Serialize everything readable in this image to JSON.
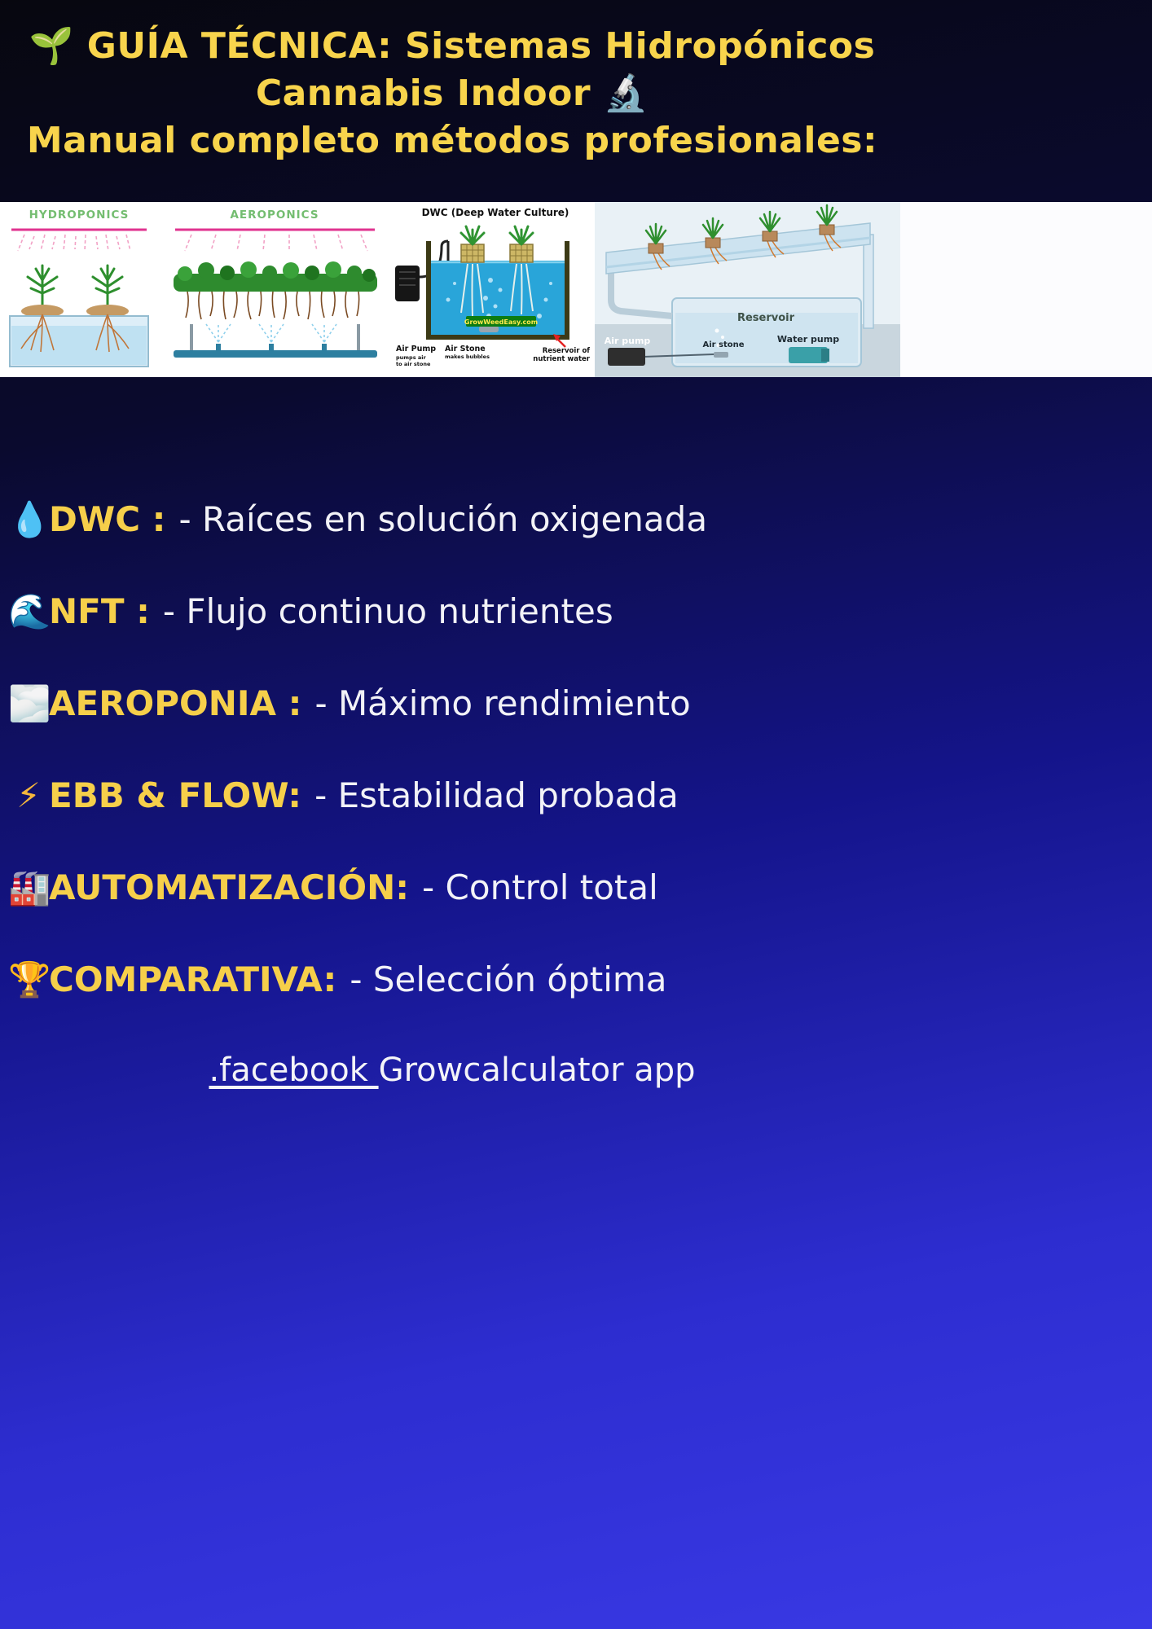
{
  "header": {
    "title_line1": "🌱 GUÍA TÉCNICA: Sistemas Hidropónicos",
    "title_line2": "Cannabis Indoor 🔬",
    "title_line3": "Manual completo métodos profesionales:"
  },
  "diagrams": {
    "hydroponics": {
      "title": "HYDROPONICS"
    },
    "aeroponics": {
      "title": "AEROPONICS"
    },
    "dwc": {
      "title": "DWC (Deep Water Culture)",
      "air_pump_label": "Air Pump",
      "air_pump_sub1": "pumps air",
      "air_pump_sub2": "to air stone",
      "air_stone_label": "Air Stone",
      "air_stone_sub": "makes bubbles",
      "reservoir_line1": "Reservoir of",
      "reservoir_line2": "nutrient water",
      "watermark": "GrowWeedEasy.com"
    },
    "system": {
      "air_pump": "Air pump",
      "air_stone": "Air stone",
      "water_pump": "Water pump",
      "reservoir": "Reservoir"
    }
  },
  "list": {
    "items": [
      {
        "icon": "💧",
        "icon_name": "droplet-icon",
        "label": "DWC :",
        "desc": "- Raíces en solución oxigenada"
      },
      {
        "icon": "🌊",
        "icon_name": "wave-icon",
        "label": "NFT :",
        "desc": "- Flujo continuo nutrientes"
      },
      {
        "icon": "🌫️",
        "icon_name": "fog-icon",
        "label": "AEROPONIA :",
        "desc": "- Máximo rendimiento"
      },
      {
        "icon": "⚡",
        "icon_name": "lightning-icon",
        "label": "EBB & FLOW:",
        "desc": "- Estabilidad probada"
      },
      {
        "icon": "🏭",
        "icon_name": "factory-icon",
        "label": "AUTOMATIZACIÓN:",
        "desc": "- Control total"
      },
      {
        "icon": "🏆",
        "icon_name": "trophy-icon",
        "label": "COMPARATIVA:",
        "desc": "- Selección óptima"
      }
    ]
  },
  "footer": {
    "link_text": ".facebook ",
    "rest_text": "Growcalculator app"
  },
  "colors": {
    "accent_yellow": "#f6cf4a",
    "background_top": "#07070f",
    "background_bottom": "#3a3ae6",
    "strip_background": "#ffffff",
    "diagram_green": "#74bd70",
    "watermark_green": "#0c7c12"
  }
}
